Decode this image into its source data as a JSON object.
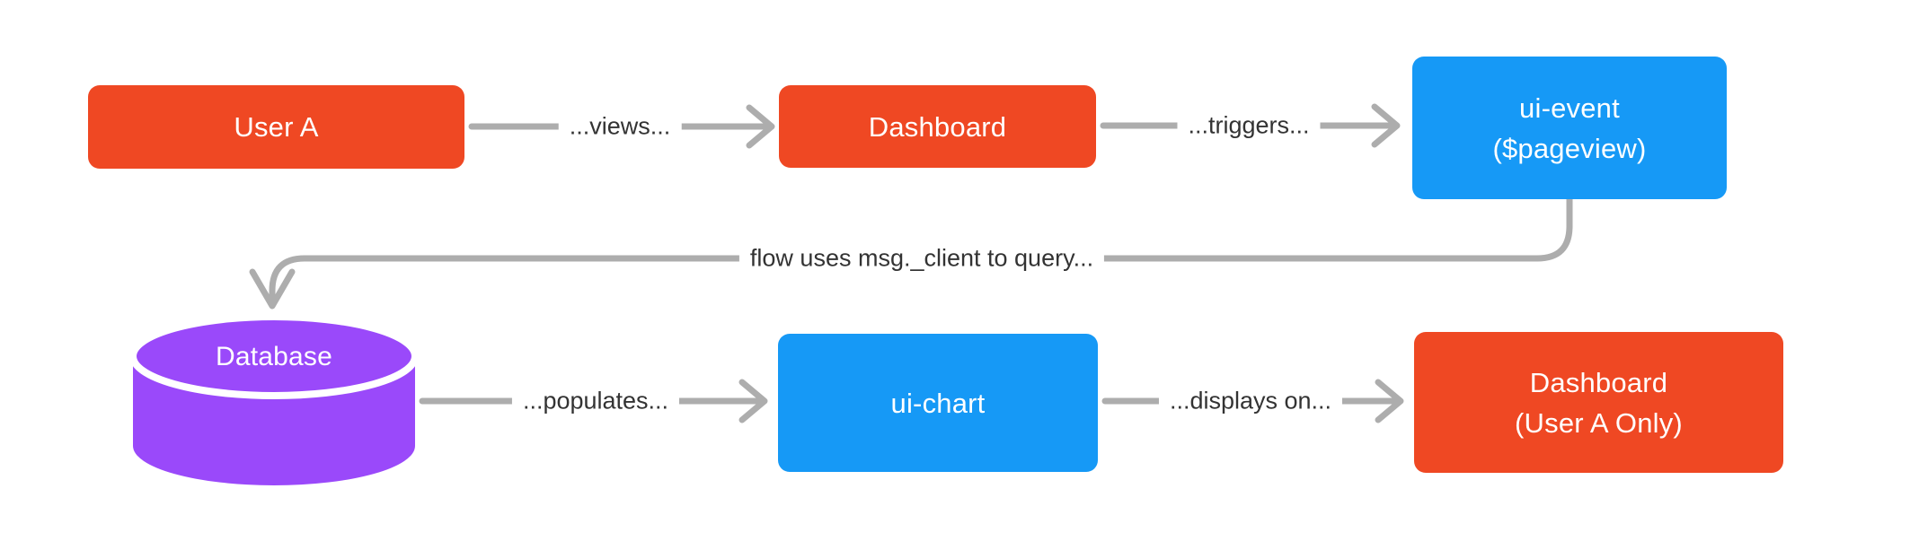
{
  "theme": {
    "orange": "#EF4823",
    "blue": "#1699F6",
    "purple": "#9A49FA",
    "arrow_color": "#ADADAD",
    "label_color": "#333333",
    "node_text_color": "#FFFFFF",
    "background": "#FFFFFF"
  },
  "nodes": {
    "user_a": {
      "label": "User A"
    },
    "dashboard": {
      "label": "Dashboard"
    },
    "ui_event": {
      "line1": "ui-event",
      "line2": "($pageview)"
    },
    "database": {
      "label": "Database"
    },
    "ui_chart": {
      "label": "ui-chart"
    },
    "dashboard_user_a": {
      "line1": "Dashboard",
      "line2": "(User A Only)"
    }
  },
  "edges": {
    "views": {
      "label": "...views..."
    },
    "triggers": {
      "label": "...triggers..."
    },
    "query": {
      "label": "flow uses msg._client to query..."
    },
    "populates": {
      "label": "...populates..."
    },
    "displays": {
      "label": "...displays on..."
    }
  }
}
